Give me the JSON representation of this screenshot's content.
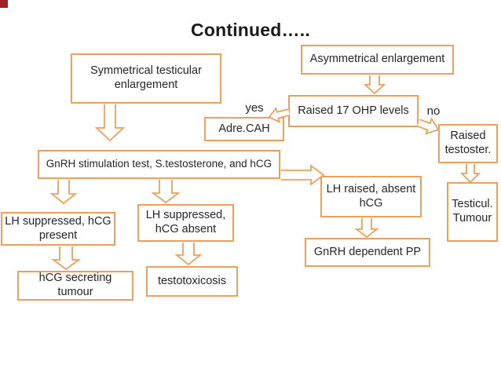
{
  "slide": {
    "title": "Continued…..",
    "background_color": "#ffffff",
    "accent_color": "#EBA05F",
    "text_color": "#262626",
    "corner_marker_color": "#a32026"
  },
  "edge_labels": {
    "yes": "yes",
    "no": "no"
  },
  "nodes": {
    "symmetrical": "Symmetrical testicular enlargement",
    "asymmetrical": "Asymmetrical enlargement",
    "ohp": "Raised 17 OHP levels",
    "adrecah": "Adre.CAH",
    "raised_testosterone": "Raised testoster.",
    "gnrh_test": "GnRH stimulation test, S.testosterone, and hCG",
    "lh_raised": "LH raised, absent hCG",
    "gnrh_dependent_pp": "GnRH dependent PP",
    "testicular_tumour": "Testicul. Tumour",
    "lh_suppressed_hcg_present": "LH suppressed, hCG present",
    "lh_suppressed_hcg_absent": "LH suppressed, hCG absent",
    "hcg_secreting_tumour": "hCG secreting tumour",
    "testotoxicosis": "testotoxicosis"
  }
}
